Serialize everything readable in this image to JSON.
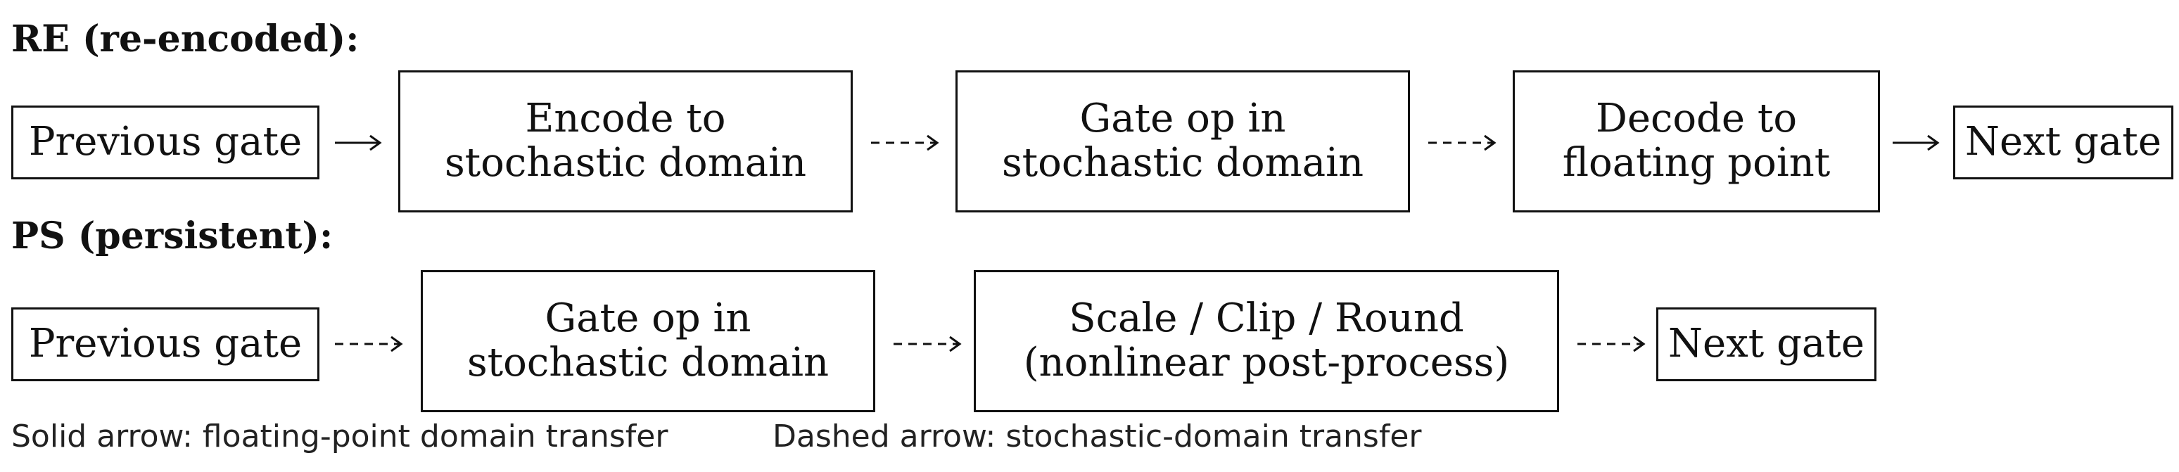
{
  "diagram": {
    "re": {
      "title": "RE (re-encoded):",
      "prev": "Previous gate",
      "encode": {
        "line1": "Encode to",
        "line2": "stochastic domain"
      },
      "gate": {
        "line1": "Gate op in",
        "line2": "stochastic domain"
      },
      "decode": {
        "line1": "Decode to",
        "line2": "floating point"
      },
      "next": "Next gate",
      "arrows": [
        "solid",
        "dashed",
        "dashed",
        "solid"
      ]
    },
    "ps": {
      "title": "PS (persistent):",
      "prev": "Previous gate",
      "gate": {
        "line1": "Gate op in",
        "line2": "stochastic domain"
      },
      "post": {
        "line1": "Scale / Clip / Round",
        "line2": "(nonlinear post-process)"
      },
      "next": "Next gate",
      "arrows": [
        "dashed",
        "dashed",
        "dashed"
      ]
    },
    "legend": {
      "solid": "Solid arrow: floating-point domain transfer",
      "dashed": "Dashed arrow: stochastic-domain transfer"
    }
  }
}
